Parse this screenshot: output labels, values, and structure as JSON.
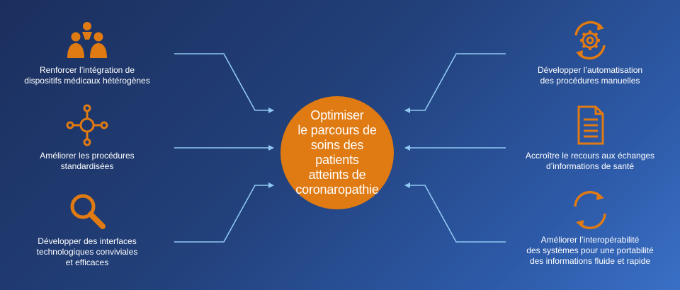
{
  "colors": {
    "accent": "#e07a12",
    "arrow": "#8fc8f2",
    "text": "#ffffff"
  },
  "center": {
    "text": "Optimiser\nle parcours de\nsoins des patients\natteints de\ncoronaropathie"
  },
  "left_items": [
    {
      "icon": "people-group-icon",
      "label": "Renforcer l’intégration de\ndispositifs médicaux hétérogènes"
    },
    {
      "icon": "network-node-icon",
      "label": "Améliorer les procédures\nstandardisées"
    },
    {
      "icon": "magnifier-icon",
      "label": "Développer des interfaces\ntechnologiques conviviales\net efficaces"
    }
  ],
  "right_items": [
    {
      "icon": "gear-cycle-icon",
      "label": "Développer l’automatisation\ndes procédures manuelles"
    },
    {
      "icon": "document-icon",
      "label": "Accroître le recours aux échanges\nd’informations de santé"
    },
    {
      "icon": "sync-arrows-icon",
      "label": "Améliorer l’interopérabilité\ndes systèmes pour une portabilité\ndes informations fluide et rapide"
    }
  ]
}
